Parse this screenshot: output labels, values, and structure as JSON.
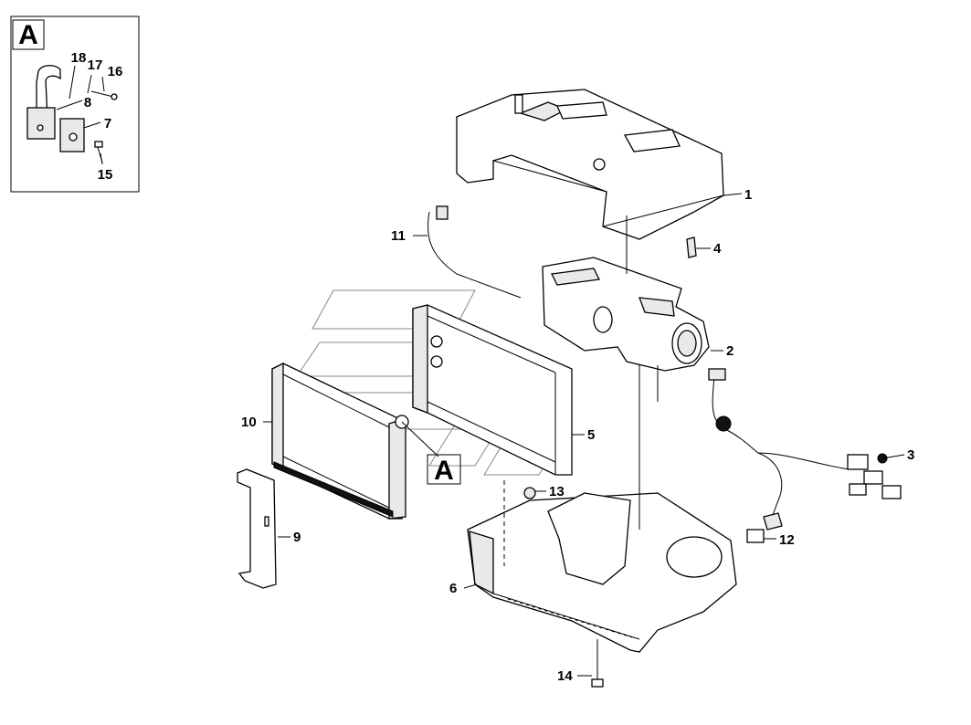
{
  "detail_box": {
    "tag": "A",
    "callouts": [
      "18",
      "17",
      "16",
      "8",
      "7",
      "15"
    ]
  },
  "detail_reference": {
    "tag": "A"
  },
  "callouts": {
    "c1": "1",
    "c2": "2",
    "c3": "3",
    "c4": "4",
    "c5": "5",
    "c6": "6",
    "c9": "9",
    "c10": "10",
    "c11": "11",
    "c12": "12",
    "c13": "13",
    "c14": "14"
  }
}
